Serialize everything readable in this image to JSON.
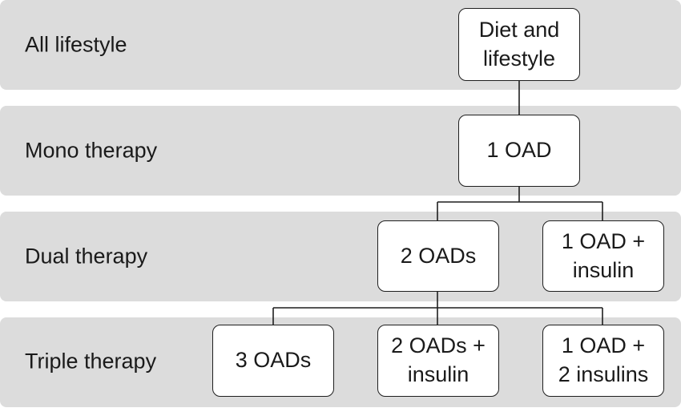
{
  "rows": [
    {
      "label": "All lifestyle"
    },
    {
      "label": "Mono therapy"
    },
    {
      "label": "Dual therapy"
    },
    {
      "label": "Triple therapy"
    }
  ],
  "nodes": {
    "diet_lifestyle": "Diet and\nlifestyle",
    "one_oad": "1 OAD",
    "two_oads": "2 OADs",
    "one_oad_insulin": "1 OAD +\ninsulin",
    "three_oads": "3 OADs",
    "two_oads_insulin": "2 OADs +\ninsulin",
    "one_oad_two_insulins": "1 OAD +\n2 insulins"
  }
}
